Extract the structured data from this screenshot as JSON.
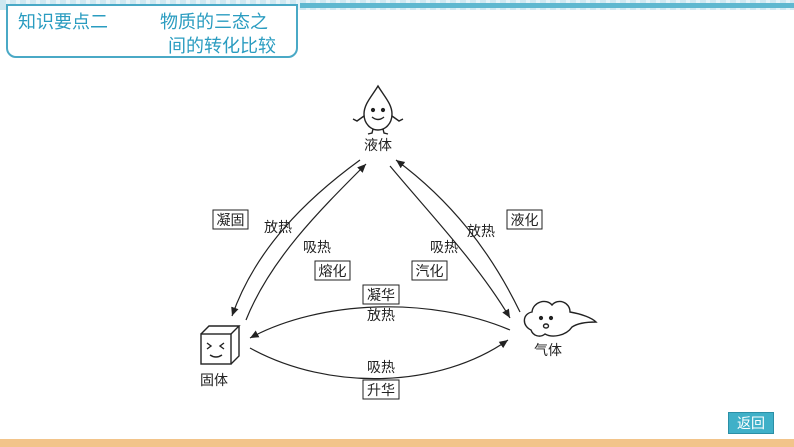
{
  "header": {
    "section_label": "知识要点二",
    "title_line1": "物质的三态之",
    "title_line2": "间的转化比较"
  },
  "diagram": {
    "states": {
      "liquid": "液体",
      "solid": "固体",
      "gas": "气体"
    },
    "transitions": {
      "liquid_to_solid": {
        "process": "凝固",
        "heat": "放热"
      },
      "solid_to_liquid": {
        "process": "熔化",
        "heat": "吸热"
      },
      "liquid_to_gas": {
        "process": "汽化",
        "heat": "吸热"
      },
      "gas_to_liquid": {
        "process": "液化",
        "heat": "放热"
      },
      "gas_to_solid": {
        "process": "凝华",
        "heat": "放热"
      },
      "solid_to_gas": {
        "process": "升华",
        "heat": "吸热"
      }
    }
  },
  "footer": {
    "return_label": "返回"
  },
  "colors": {
    "accent": "#2a9cc0",
    "bottom_bar": "#f2c48a",
    "button": "#3fb0c8"
  }
}
